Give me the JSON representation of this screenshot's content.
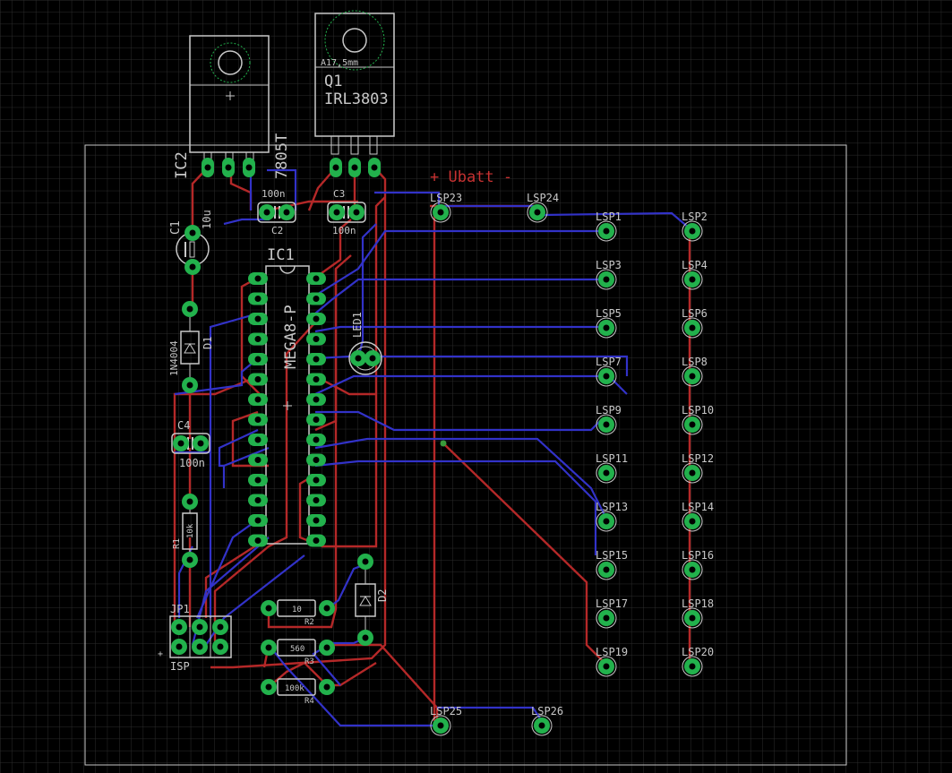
{
  "colors": {
    "background": "#000000",
    "grid": "#2a2a2a",
    "outline": "#c8c8c8",
    "top_trace": "#3232c8",
    "bottom_trace": "#b42828",
    "pad": "#22b14c",
    "pad_hole": "#000000",
    "silk": "#c8c8c8",
    "polarity_text": "#c83232"
  },
  "power_label": "+   Ubatt  -",
  "components": {
    "q1": {
      "name": "Q1",
      "value": "IRL3803",
      "note": "A17,5mm"
    },
    "ic2": {
      "name": "IC2",
      "value": "7805T"
    },
    "ic1": {
      "name": "IC1",
      "value": "MEGA8-P"
    },
    "c1": {
      "name": "C1",
      "value": "10u"
    },
    "c2": {
      "name": "C2",
      "value": "100n"
    },
    "c3": {
      "name": "C3",
      "value": "100n"
    },
    "c4": {
      "name": "C4",
      "value": "100n"
    },
    "d1": {
      "name": "D1",
      "value": "1N4004"
    },
    "d2": {
      "name": "D2"
    },
    "led1": {
      "name": "LED1"
    },
    "r1": {
      "name": "R1",
      "value": "10k"
    },
    "r2": {
      "name": "R2",
      "value": "10"
    },
    "r3": {
      "name": "R3",
      "value": "560"
    },
    "r4": {
      "name": "R4",
      "value": "100k"
    },
    "jp1": {
      "name": "JP1",
      "value": "ISP"
    }
  },
  "lsp_labels": [
    "LSP1",
    "LSP2",
    "LSP3",
    "LSP4",
    "LSP5",
    "LSP6",
    "LSP7",
    "LSP8",
    "LSP9",
    "LSP10",
    "LSP11",
    "LSP12",
    "LSP13",
    "LSP14",
    "LSP15",
    "LSP16",
    "LSP17",
    "LSP18",
    "LSP19",
    "LSP20",
    "LSP23",
    "LSP24",
    "LSP25",
    "LSP26"
  ]
}
